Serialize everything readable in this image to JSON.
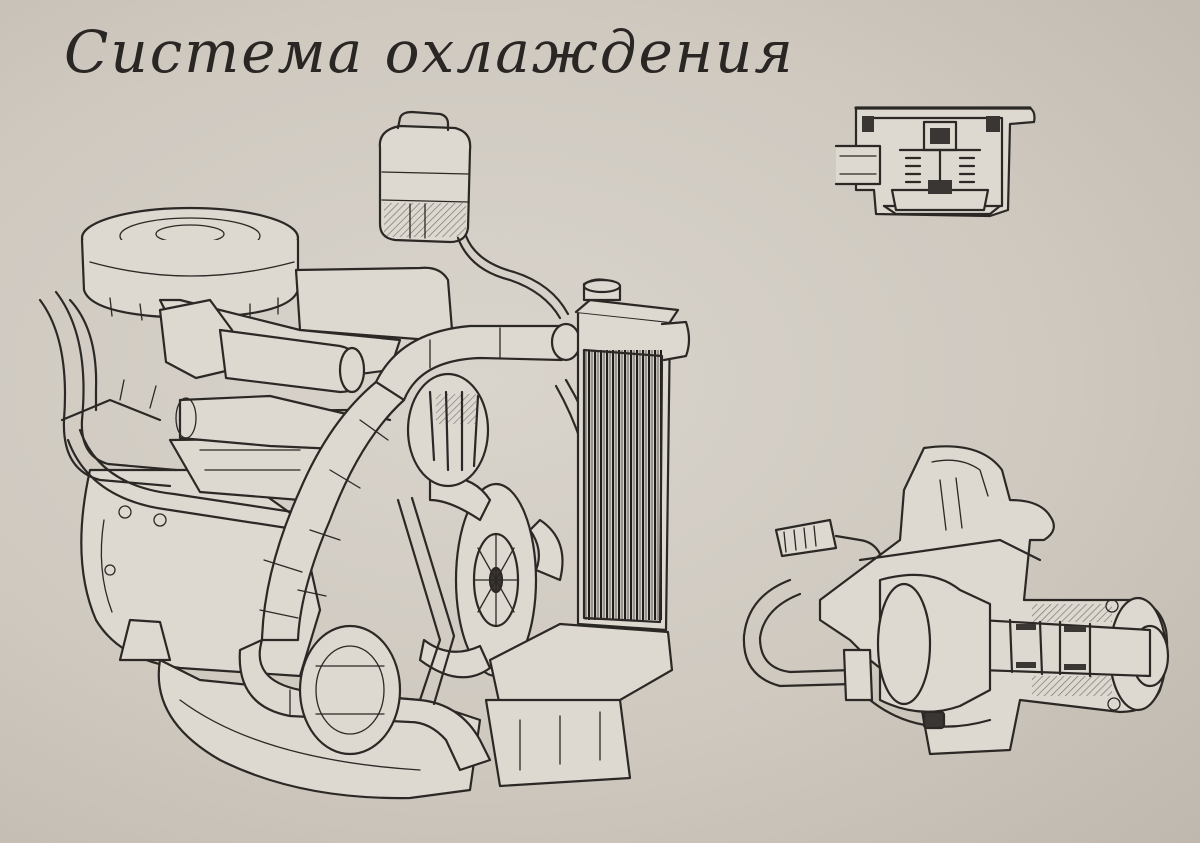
{
  "header": {
    "title": "Система охлаждения"
  },
  "illustrations": {
    "engine": "engine-cooling-system-drawing",
    "cap": "radiator-cap-cross-section",
    "pump": "water-pump-cross-section"
  }
}
